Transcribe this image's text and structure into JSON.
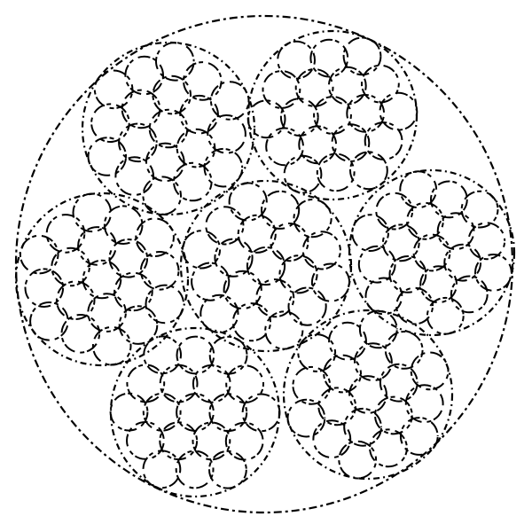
{
  "diagram": {
    "kind": "rope-cross-section",
    "strand_count": 7,
    "wires_per_strand": 19,
    "colors": {
      "background": "#ffffff",
      "line": "#000000"
    },
    "line_style": "dashed"
  }
}
